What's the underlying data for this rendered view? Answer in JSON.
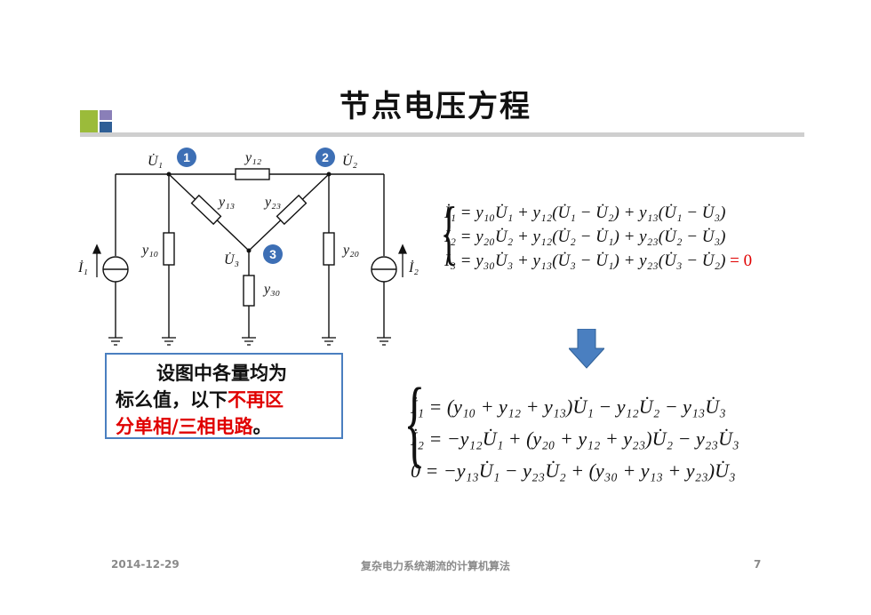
{
  "slide": {
    "title": "节点电压方程",
    "note_line1": "设图中各量均为",
    "note_line2_a": "标么值，以下",
    "note_line2_b": "不再区",
    "note_line3_a": "分单相/三相电路",
    "note_line3_b": "。",
    "eq_top": [
      "İ₁ = y₁₀U̇₁ + y₁₂(U̇₁ − U̇₂) + y₁₃(U̇₁ − U̇₃)",
      "İ₂ = y₂₀U̇₂ + y₁₂(U̇₂ − U̇₁) + y₂₃(U̇₂ − U̇₃)",
      "İ₃ = y₃₀U̇₃ + y₁₃(U̇₃ − U̇₁) + y₂₃(U̇₃ − U̇₂)"
    ],
    "eq_top_tail": "= 0",
    "eq_bottom": [
      "İ₁ = (y₁₀ + y₁₂ + y₁₃)U̇₁ − y₁₂U̇₂ − y₁₃U̇₃",
      "İ₂ = −y₁₂U̇₁ + (y₂₀ + y₁₂ + y₂₃)U̇₂ − y₂₃U̇₃",
      "0 = −y₁₃U̇₁ − y₂₃U̇₂ + (y₃₀ + y₁₃ + y₂₃)U̇₃"
    ]
  },
  "circuit": {
    "node1": "1",
    "node2": "2",
    "node3": "3",
    "u1": "U̇₁",
    "u2": "U̇₂",
    "u3": "U̇₃",
    "y12": "y₁₂",
    "y13": "y₁₃",
    "y23": "y₂₃",
    "y10": "y₁₀",
    "y20": "y₂₀",
    "y30": "y₃₀",
    "i1": "İ₁",
    "i2": "İ₂"
  },
  "footer": {
    "date": "2014-12-29",
    "course": "复杂电力系统潮流的计算机算法",
    "page": "7"
  },
  "colors": {
    "node_badge": "#3d6fb5",
    "accent_red": "#e00000",
    "arrow": "#4a7fc0"
  }
}
